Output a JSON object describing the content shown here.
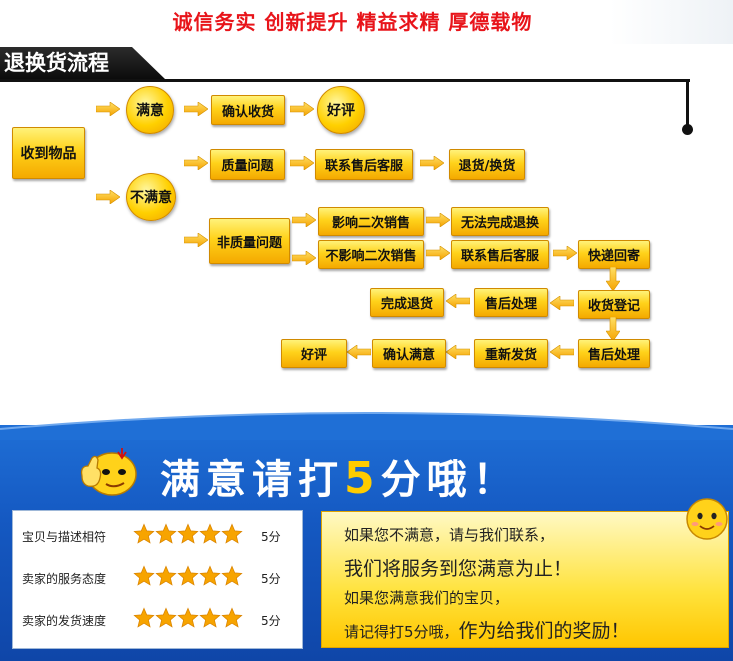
{
  "slogan": "诚信务实 创新提升 精益求精 厚德载物",
  "section_title": "退换货流程",
  "flow": {
    "received": "收到物品",
    "satisfied": "满意",
    "confirm_receipt": "确认收货",
    "good_review": "好评",
    "unsatisfied": "不满意",
    "quality_issue": "质量问题",
    "contact_service_1": "联系售后客服",
    "return_exchange": "退货/换货",
    "non_quality_issue": "非质量问题",
    "affects_resale": "影响二次销售",
    "cannot_return": "无法完成退换",
    "not_affects_resale": "不影响二次销售",
    "contact_service_2": "联系售后客服",
    "express_return": "快递回寄",
    "complete_return": "完成退货",
    "after_sales_1": "售后处理",
    "receipt_register": "收货登记",
    "good_review_2": "好评",
    "confirm_satisfied": "确认满意",
    "reship": "重新发货",
    "after_sales_2": "售后处理"
  },
  "rating_banner": {
    "headline_pre": "满意请打",
    "headline_num": "5",
    "headline_post": "分哦！"
  },
  "ratings": [
    {
      "label": "宝贝与描述相符",
      "stars": 5,
      "score": "5分"
    },
    {
      "label": "卖家的服务态度",
      "stars": 5,
      "score": "5分"
    },
    {
      "label": "卖家的发货速度",
      "stars": 5,
      "score": "5分"
    }
  ],
  "message": {
    "line1": "如果您不满意，请与我们联系，",
    "line2": "我们将服务到您满意为止！",
    "line3": "如果您满意我们的宝贝，",
    "line4a": "请记得打5分哦，",
    "line4b": "作为给我们的奖励！"
  },
  "colors": {
    "slogan_red": "#e8141a",
    "box_yellow": "#ffd21a",
    "banner_blue": "#1559c2",
    "star_orange": "#f7a400"
  }
}
